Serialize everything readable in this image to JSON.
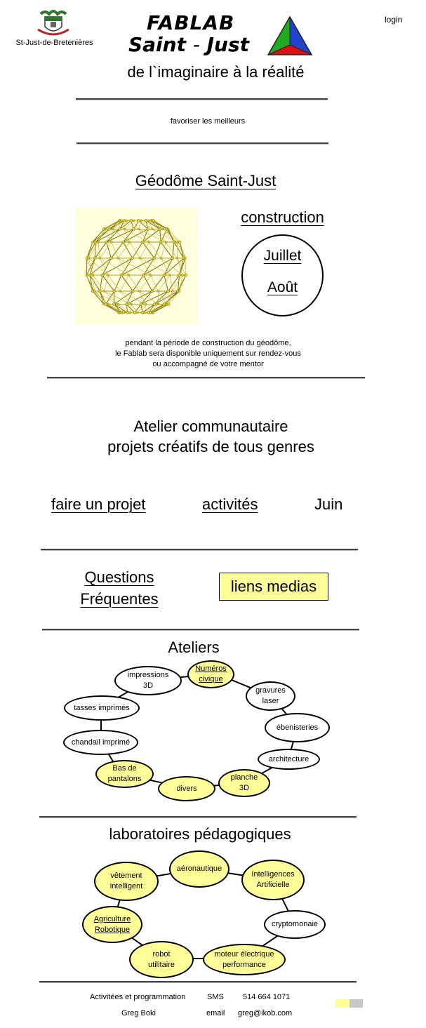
{
  "header": {
    "town": "St-Just-de-Bretenières",
    "logo_line1": "FABLAB",
    "logo_line2_a": "Saint",
    "logo_line2_sep": "-",
    "logo_line2_b": "Just",
    "login": "login",
    "tagline": "de l`imaginaire à la réalité",
    "motto": "favoriser les meilleurs"
  },
  "geodome": {
    "title": "Géodôme Saint-Just",
    "construction": "construction",
    "month1": "Juillet",
    "month2": "Août",
    "notice": [
      "pendant la période de construction du géodôme,",
      "le Fablab sera disponible uniquement sur rendez-vous",
      "ou accompagné de votre mentor"
    ]
  },
  "atelier": {
    "line1": "Atelier communautaire",
    "line2": "projets créatifs de tous genres",
    "link_projet": "faire un projet",
    "link_activites": "activités",
    "month": "Juin",
    "faq1": "Questions",
    "faq2": "Fréquentes",
    "medias": "liens medias"
  },
  "ateliers": {
    "title": "Ateliers",
    "nodes": [
      "Numéros\ncivique",
      "gravures\nlaser",
      "ébenisteries",
      "architecture",
      "planche\n3D",
      "divers",
      "Bas de\npantalons",
      "chandail imprimé",
      "tasses imprimés",
      "impressions\n3D"
    ]
  },
  "labs": {
    "title": "laboratoires pédagogiques",
    "nodes": [
      "aéronautique",
      "Intelligences\nArtificielle",
      "cryptomonaie",
      "moteur électrique\nperformance",
      "robot\nutilitaire",
      "Agriculture\nRobotique",
      "vêtement\nintelligent"
    ]
  },
  "footer": {
    "label1": "Activitées et programmation",
    "sms_label": "SMS",
    "phone": "514 664 1071",
    "name": "Greg Boki",
    "email_label": "email",
    "email": "greg@ikob.com"
  },
  "colors": {
    "highlight": "#ffff99",
    "triangle_green": "#22aa22",
    "triangle_red": "#dd1111",
    "triangle_blue": "#2244cc"
  }
}
